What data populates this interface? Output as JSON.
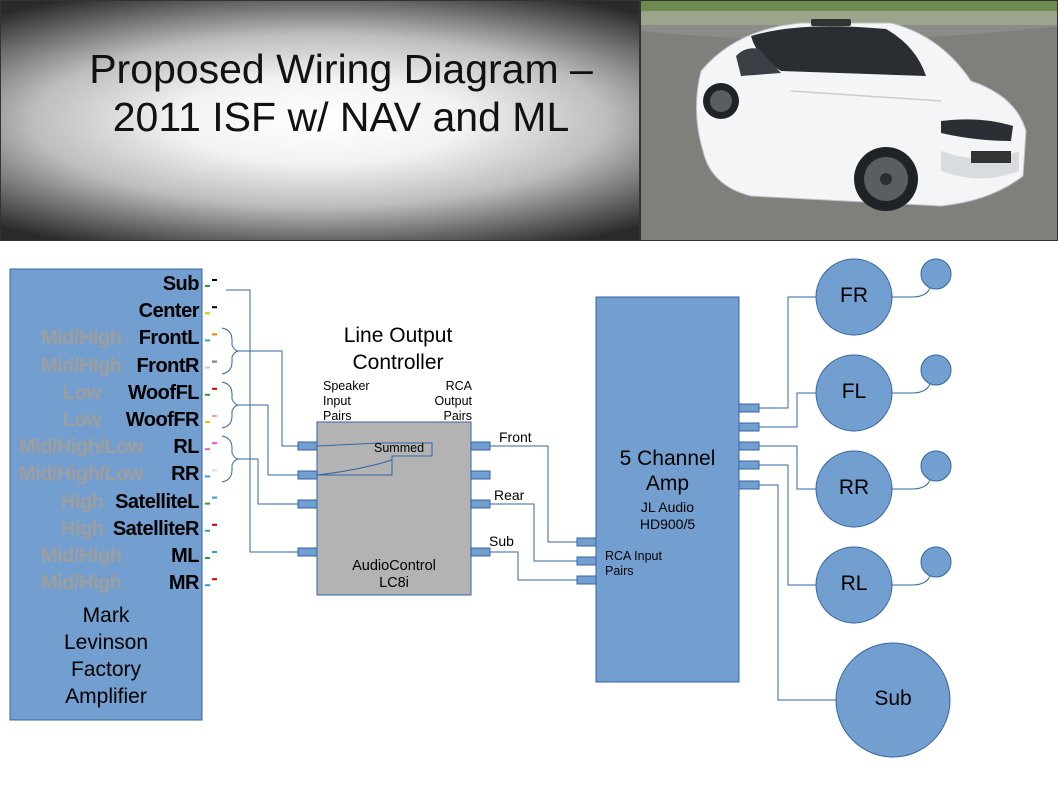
{
  "title": {
    "line1": "Proposed Wiring Diagram –",
    "line2": "2011 ISF w/ NAV and ML"
  },
  "photo": {
    "alt": "White Lexus IS F sedan"
  },
  "factory_amp": {
    "label_lines": [
      "Mark",
      "Levinson",
      "Factory",
      "Amplifier"
    ],
    "channels": [
      {
        "freq": "",
        "name": "Sub",
        "wire_colors": [
          "#2a9d2a",
          "#000000"
        ]
      },
      {
        "freq": "",
        "name": "Center",
        "wire_colors": [
          "#e0c400",
          "#000000"
        ]
      },
      {
        "freq": "Mid/High",
        "name": "FrontL",
        "wire_colors": [
          "#3399dd",
          "#f08000"
        ]
      },
      {
        "freq": "Mid/High",
        "name": "FrontR",
        "wire_colors": [
          "#cccccc",
          "#777777"
        ]
      },
      {
        "freq": "Low",
        "name": "WoofFL",
        "wire_colors": [
          "#2a9d2a",
          "#cc0000"
        ]
      },
      {
        "freq": "Low",
        "name": "WoofFR",
        "wire_colors": [
          "#e0c400",
          "#f4a0a0"
        ]
      },
      {
        "freq": "Mid/High/Low",
        "name": "RL",
        "wire_colors": [
          "#cc66cc",
          "#dd55dd"
        ]
      },
      {
        "freq": "Mid/High/Low",
        "name": "RR",
        "wire_colors": [
          "#3399dd",
          "#dddddd"
        ]
      },
      {
        "freq": "High",
        "name": "SatelliteL",
        "wire_colors": [
          "#2a9d2a",
          "#3399dd"
        ]
      },
      {
        "freq": "High",
        "name": "SatelliteR",
        "wire_colors": [
          "#3399dd",
          "#cc0000"
        ]
      },
      {
        "freq": "Mid/High",
        "name": "ML",
        "wire_colors": [
          "#2a9d2a",
          "#3399dd"
        ]
      },
      {
        "freq": "Mid/High",
        "name": "MR",
        "wire_colors": [
          "#3399dd",
          "#cc0000"
        ]
      }
    ]
  },
  "loc": {
    "title_lines": [
      "Line Output",
      "Controller"
    ],
    "input_label": [
      "Speaker",
      "Input",
      "Pairs"
    ],
    "output_label": [
      "RCA",
      "Output",
      "Pairs"
    ],
    "summed": "Summed",
    "model_lines": [
      "AudioControl",
      "LC8i"
    ]
  },
  "outputs": {
    "front": "Front",
    "rear": "Rear",
    "sub": "Sub"
  },
  "amp": {
    "name_lines": [
      "5 Channel",
      "Amp"
    ],
    "brand_lines": [
      "JL Audio",
      "HD900/5"
    ],
    "input_lines": [
      "RCA Input",
      "Pairs"
    ]
  },
  "speakers": [
    "FR",
    "FL",
    "RR",
    "RL",
    "Sub"
  ],
  "colors": {
    "box_fill": "#729fcf",
    "box_stroke": "#3465a4",
    "loc_fill": "#b3b3b3",
    "wire": "#3465a4"
  }
}
